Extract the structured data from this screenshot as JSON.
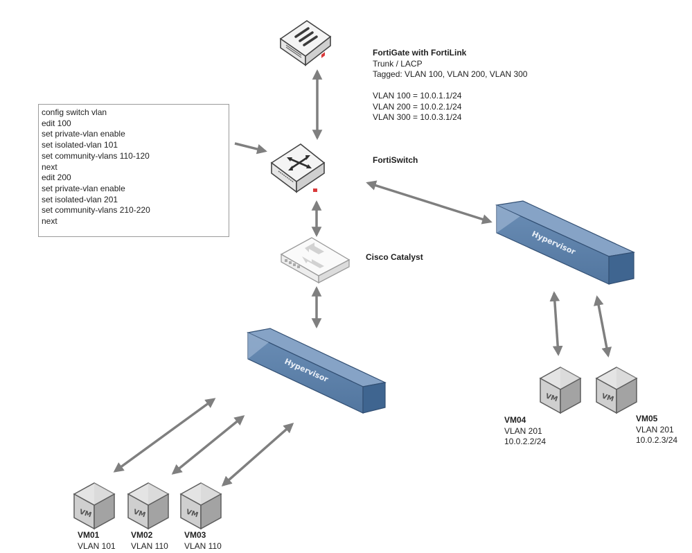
{
  "diagram": {
    "title": "FortiSwitch Private VLAN topology",
    "colors": {
      "arrow": "#7f7f7f",
      "hypervisor_front": "#5b7fa8",
      "hypervisor_top": "#7d9cc0",
      "hypervisor_end": "#3f6590",
      "device_body": "#f2f2f2",
      "device_edge": "#555555",
      "fortinet_red": "#d9393a",
      "vm_light": "#dedede",
      "vm_dark": "#9a9a9a"
    },
    "nodes": {
      "fortigate": {
        "icon": "firewall-appliance-icon",
        "title": "FortiGate with FortiLink",
        "lines": [
          "Trunk / LACP",
          "Tagged: VLAN 100, VLAN 200, VLAN 300",
          "",
          "VLAN 100 = 10.0.1.1/24",
          "VLAN 200 = 10.0.2.1/24",
          "VLAN 300 = 10.0.3.1/24"
        ]
      },
      "fortiswitch": {
        "icon": "switch-icon",
        "title": "FortiSwitch"
      },
      "cisco": {
        "icon": "catalyst-switch-icon",
        "title": "Cisco Catalyst"
      },
      "hypervisor_left": {
        "icon": "hypervisor-box-icon",
        "label": "Hypervisor"
      },
      "hypervisor_right": {
        "icon": "hypervisor-box-icon",
        "label": "Hypervisor"
      }
    },
    "vms": [
      {
        "name": "VM01",
        "badge": "VM",
        "vlan": "VLAN 101",
        "ip": ""
      },
      {
        "name": "VM02",
        "badge": "VM",
        "vlan": "VLAN 110",
        "ip": ""
      },
      {
        "name": "VM03",
        "badge": "VM",
        "vlan": "VLAN 110",
        "ip": ""
      },
      {
        "name": "VM04",
        "badge": "VM",
        "vlan": "VLAN 201",
        "ip": "10.0.2.2/24"
      },
      {
        "name": "VM05",
        "badge": "VM",
        "vlan": "VLAN 201",
        "ip": "10.0.2.3/24"
      }
    ],
    "config": {
      "lines": [
        "config switch vlan",
        "edit 100",
        "set private-vlan enable",
        "set isolated-vlan 101",
        "set community-vlans 110-120",
        "next",
        "edit 200",
        "set private-vlan enable",
        "set isolated-vlan 201",
        "set community-vlans 210-220",
        "next"
      ]
    },
    "links": [
      {
        "from": "FortiSwitch",
        "to": "FortiGate with FortiLink",
        "type": "bidirectional"
      },
      {
        "from": "FortiSwitch",
        "to": "Cisco Catalyst",
        "type": "bidirectional"
      },
      {
        "from": "Cisco Catalyst",
        "to": "Hypervisor (left)",
        "type": "bidirectional"
      },
      {
        "from": "FortiSwitch",
        "to": "Hypervisor (right)",
        "type": "bidirectional"
      },
      {
        "from": "Hypervisor (left)",
        "to": "VM01",
        "type": "bidirectional"
      },
      {
        "from": "Hypervisor (left)",
        "to": "VM02",
        "type": "bidirectional"
      },
      {
        "from": "Hypervisor (left)",
        "to": "VM03",
        "type": "bidirectional"
      },
      {
        "from": "Hypervisor (right)",
        "to": "VM04",
        "type": "bidirectional"
      },
      {
        "from": "Hypervisor (right)",
        "to": "VM05",
        "type": "bidirectional"
      },
      {
        "from": "config box",
        "to": "FortiSwitch",
        "type": "directed"
      }
    ]
  }
}
